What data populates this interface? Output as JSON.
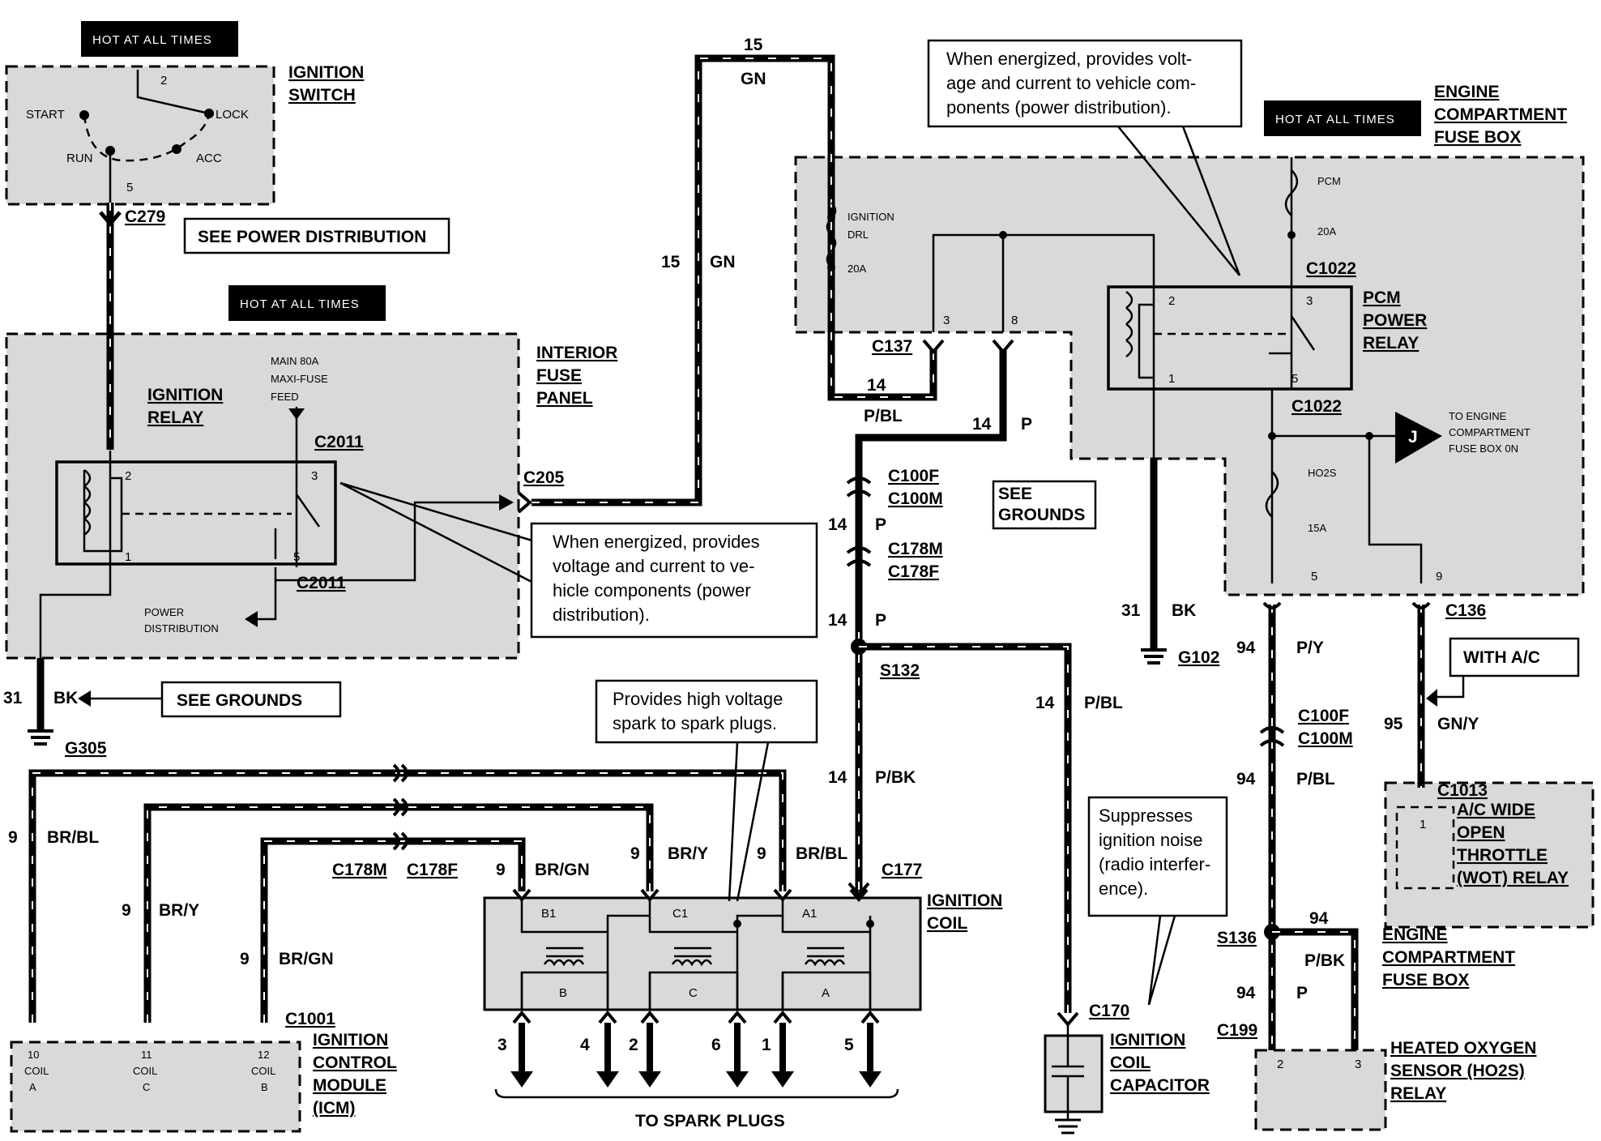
{
  "hot_labels": {
    "ignition_switch": "HOT AT ALL TIMES",
    "interior_fuse": "HOT AT ALL TIMES",
    "engine_fuse": "HOT AT ALL TIMES"
  },
  "ignition_switch": {
    "title": [
      "IGNITION",
      "SWITCH"
    ],
    "start": "START",
    "lock": "LOCK",
    "run": "RUN",
    "acc": "ACC",
    "pin_top": "2",
    "pin_bottom": "5"
  },
  "connectors": {
    "c279": "C279",
    "c2011a": "C2011",
    "c2011b": "C2011",
    "c205": "C205",
    "c137": "C137",
    "c1022a": "C1022",
    "c1022b": "C1022",
    "c100f_a": "C100F",
    "c100m_a": "C100M",
    "c178m_a": "C178M",
    "c178f_a": "C178F",
    "s132": "S132",
    "g102": "G102",
    "g305": "G305",
    "c136": "C136",
    "c100f_b": "C100F",
    "c100m_b": "C100M",
    "c1013": "C1013",
    "c178m_b": "C178M",
    "c178f_b": "C178F",
    "c177": "C177",
    "c1001": "C1001",
    "c170": "C170",
    "s136": "S136",
    "c199": "C199"
  },
  "buttons": {
    "see_power_distribution": "SEE POWER DISTRIBUTION",
    "see_grounds_left": "SEE GROUNDS",
    "see_grounds_mid": [
      "SEE",
      "GROUNDS"
    ],
    "with_ac": "WITH A/C"
  },
  "interior_fuse_panel": {
    "title": [
      "INTERIOR",
      "FUSE",
      "PANEL"
    ],
    "relay": [
      "IGNITION",
      "RELAY"
    ],
    "maxi": [
      "MAIN 80A",
      "MAXI-FUSE",
      "FEED"
    ],
    "power_dist": [
      "POWER",
      "DISTRIBUTION"
    ],
    "pins": [
      "2",
      "3",
      "1",
      "5"
    ]
  },
  "engine_fuse_box": {
    "title": [
      "ENGINE",
      "COMPARTMENT",
      "FUSE BOX"
    ],
    "title_bottom": [
      "ENGINE",
      "COMPARTMENT",
      "FUSE BOX"
    ],
    "ign_drl": [
      "IGNITION",
      "DRL",
      "20A"
    ],
    "pcm": [
      "PCM",
      "20A"
    ],
    "pcm_relay": [
      "PCM",
      "POWER",
      "RELAY"
    ],
    "ho2s": [
      "HO2S",
      "15A"
    ],
    "to_engine": [
      "TO ENGINE",
      "COMPARTMENT",
      "FUSE BOX 0N"
    ],
    "j": "J",
    "pins": {
      "p3": "3",
      "p8": "8",
      "r2": "2",
      "r3": "3",
      "r1": "1",
      "r5": "5",
      "b5": "5",
      "b9": "9"
    }
  },
  "wires": {
    "w15_top": "15",
    "gn_top": "GN",
    "w15_mid": "15",
    "gn_mid": "GN",
    "w14_pbl": "14",
    "pbl_1": "P/BL",
    "w14_p1": "14",
    "p_1": "P",
    "w14_p2": "14",
    "p_2": "P",
    "w14_p3": "14",
    "p_3": "P",
    "w31_bk_r": "31",
    "bk_r": "BK",
    "w31_bk_l": "31",
    "bk_l": "BK",
    "w14_pbl2": "14",
    "pbl_2": "P/BL",
    "w14_pbk": "14",
    "pbk": "P/BK",
    "w94_py": "94",
    "py": "P/Y",
    "w95": "95",
    "gny": "GN/Y",
    "w94_pbl": "94",
    "pbl_3": "P/BL",
    "w94_pbk": "94",
    "pbk_2": "P/BK",
    "w94_p": "94",
    "p_4": "P",
    "w9_brbl_l": "9",
    "brbl_l": "BR/BL",
    "w9_bry_l": "9",
    "bry_l": "BR/Y",
    "w9_brgn_l": "9",
    "brgn_l": "BR/GN",
    "w9_brgn_c": "9",
    "brgn_c": "BR/GN",
    "w9_bry_c": "9",
    "bry_c": "BR/Y",
    "w9_brbl_c": "9",
    "brbl_c": "BR/BL"
  },
  "notes": {
    "top": [
      "When energized, provides volt-",
      "age and current to vehicle com-",
      "ponents (power distribution)."
    ],
    "mid": [
      "When energized, provides",
      "voltage and current to ve-",
      "hicle components (power",
      "distribution)."
    ],
    "spark": [
      "Provides high voltage",
      "spark to spark plugs."
    ],
    "noise": [
      "Suppresses",
      "ignition noise",
      "(radio interfer-",
      "ence)."
    ]
  },
  "ignition_coil": {
    "title": [
      "IGNITION",
      "COIL"
    ],
    "pins": [
      "B1",
      "C1",
      "A1"
    ],
    "coils": [
      "B",
      "C",
      "A"
    ],
    "plugs": [
      "3",
      "4",
      "2",
      "6",
      "1",
      "5"
    ],
    "to_spark": "TO SPARK PLUGS"
  },
  "icm": {
    "title": [
      "IGNITION",
      "CONTROL",
      "MODULE",
      "(ICM)"
    ],
    "pins": [
      [
        "10",
        "COIL",
        "A"
      ],
      [
        "11",
        "COIL",
        "C"
      ],
      [
        "12",
        "COIL",
        "B"
      ]
    ]
  },
  "capacitor": {
    "title": [
      "IGNITION",
      "COIL",
      "CAPACITOR"
    ]
  },
  "ac_relay": {
    "title": [
      "A/C WIDE",
      "OPEN",
      "THROTTLE",
      "(WOT) RELAY"
    ],
    "pin": "1"
  },
  "ho2s_relay": {
    "title": [
      "HEATED OXYGEN",
      "SENSOR (HO2S)",
      "RELAY"
    ],
    "pins": [
      "2",
      "3"
    ]
  }
}
